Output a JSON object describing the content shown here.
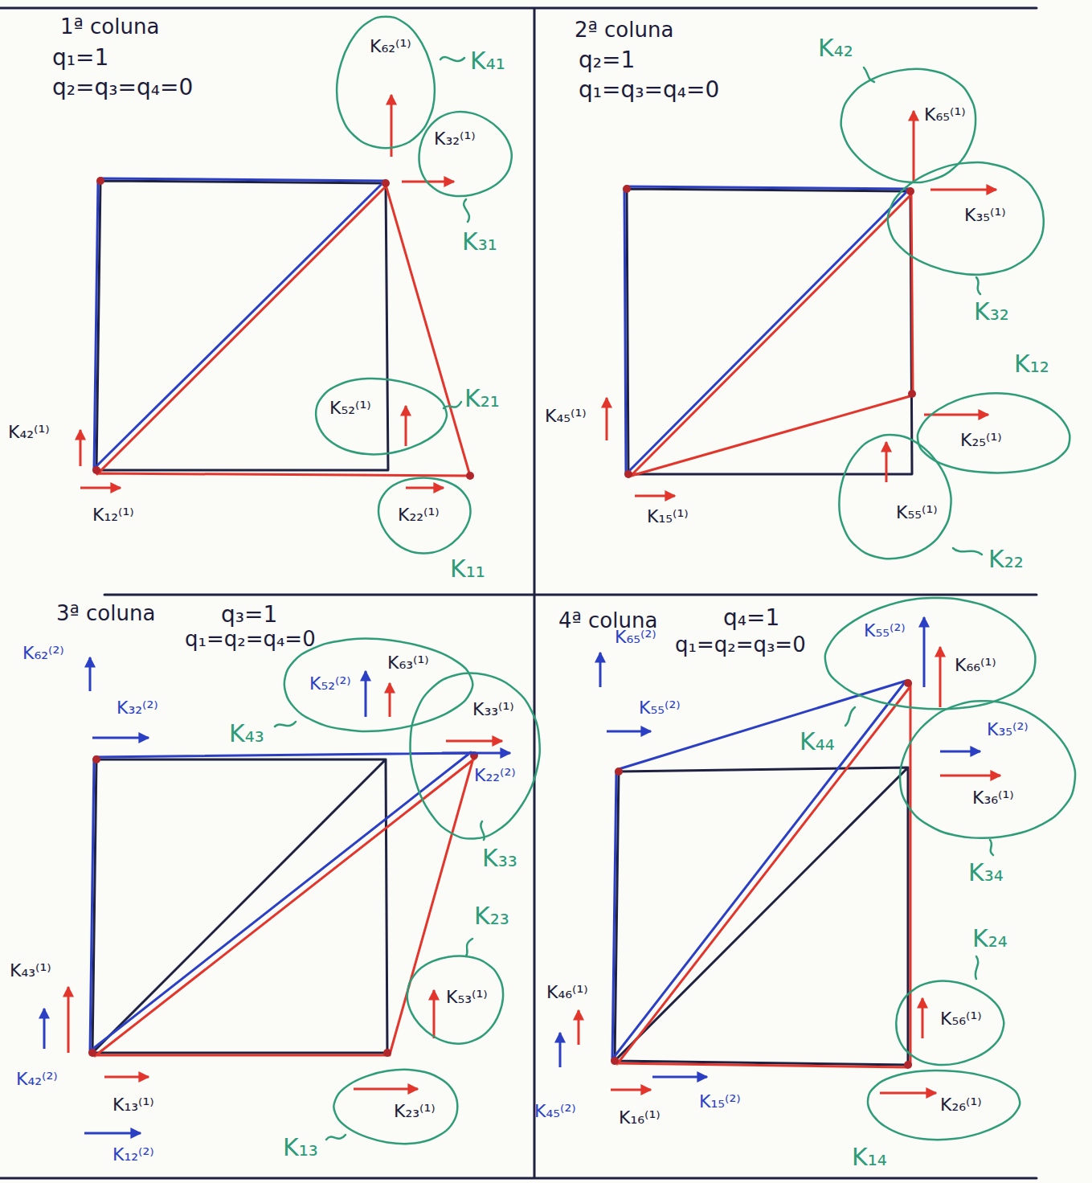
{
  "diagram": {
    "nodes": [
      {
        "text": [
          "K₆₂⁽¹⁾",
          "K₄₁"
        ]
      },
      {
        "text": [
          "K₃₂⁽¹⁾",
          "K₃₁"
        ]
      },
      {
        "text": [
          "K₅₂⁽¹⁾",
          "K₂₁"
        ]
      },
      {
        "text": [
          "K₂₂⁽¹⁾",
          "K₁₁"
        ]
      },
      {
        "text": [
          "K₆₅⁽¹⁾",
          "K₄₂"
        ]
      },
      {
        "text": [
          "K₃₅⁽¹⁾",
          "K₃₂"
        ]
      },
      {
        "text": [
          "K₂₅⁽¹⁾",
          "K₁₂"
        ]
      },
      {
        "text": [
          "K₅₅⁽¹⁾",
          "K₂₂"
        ]
      },
      {
        "text": [
          "K₆₃⁽¹⁾",
          "K₅₂⁽²⁾",
          "K₄₃"
        ]
      },
      {
        "text": [
          "K₃₃⁽¹⁾",
          "K₂₂⁽²⁾",
          "K₃₃"
        ]
      },
      {
        "text": [
          "K₅₃⁽¹⁾",
          "K₂₃"
        ]
      },
      {
        "text": [
          "K₂₃⁽¹⁾",
          "K₁₃"
        ]
      },
      {
        "text": [
          "K₅₅⁽²⁾",
          "K₆₆⁽¹⁾",
          "K₄₄"
        ]
      },
      {
        "text": [
          "K₃₅⁽²⁾",
          "K₃₆⁽¹⁾",
          "K₃₄"
        ]
      },
      {
        "text": [
          "K₅₆⁽¹⁾",
          "K₂₄"
        ]
      },
      {
        "text": [
          "K₂₆⁽¹⁾",
          "K₁₄"
        ]
      }
    ],
    "labels": [
      "1ª coluna",
      "q₁=1",
      "q₂=q₃=q₄=0",
      "K₄₂⁽¹⁾",
      "K₁₂⁽¹⁾",
      "2ª coluna",
      "q₂=1",
      "q₁=q₃=q₄=0",
      "K₄₅⁽¹⁾",
      "K₁₅⁽¹⁾",
      "3ª coluna",
      "q₃=1",
      "q₁=q₂=q₄=0",
      "K₆₂⁽²⁾",
      "K₃₂⁽²⁾",
      "K₄₃⁽¹⁾",
      "K₄₂⁽²⁾",
      "K₁₃⁽¹⁾",
      "K₁₂⁽²⁾",
      "4ª coluna",
      "q₄=1",
      "q₁=q₂=q₃=0",
      "K₆₅⁽²⁾",
      "K₅₅⁽²⁾",
      "K₄₆⁽¹⁾",
      "K₄₅⁽²⁾",
      "K₁₆⁽¹⁾",
      "K₁₅⁽²⁾"
    ]
  }
}
